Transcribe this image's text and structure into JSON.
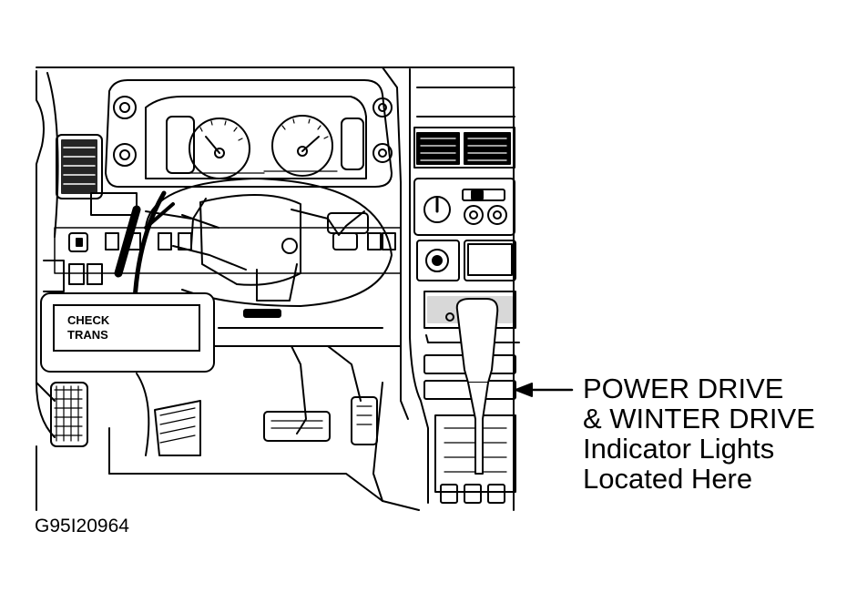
{
  "diagram": {
    "callout_lines": [
      "POWER DRIVE",
      "& WINTER DRIVE",
      "Indicator Lights",
      "Located Here"
    ],
    "indicator_lamp": [
      "CHECK",
      "TRANS"
    ],
    "figure_id": "G95I20964"
  }
}
